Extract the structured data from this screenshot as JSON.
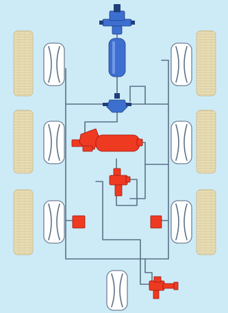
{
  "colors": {
    "background": "#cdebf7",
    "pipe": "#5a6f86",
    "outer_tire": "#e9ddb6",
    "inner_wheel": "#ffffff",
    "red_component": "#ef3a22",
    "blue_component": "#3d6fd0"
  },
  "components": [
    "compressor",
    "air-tank",
    "unloader-valve",
    "relief-valve",
    "brake-tank",
    "relay-valve",
    "brake-chamber-left",
    "brake-chamber-right",
    "brake-valve"
  ]
}
